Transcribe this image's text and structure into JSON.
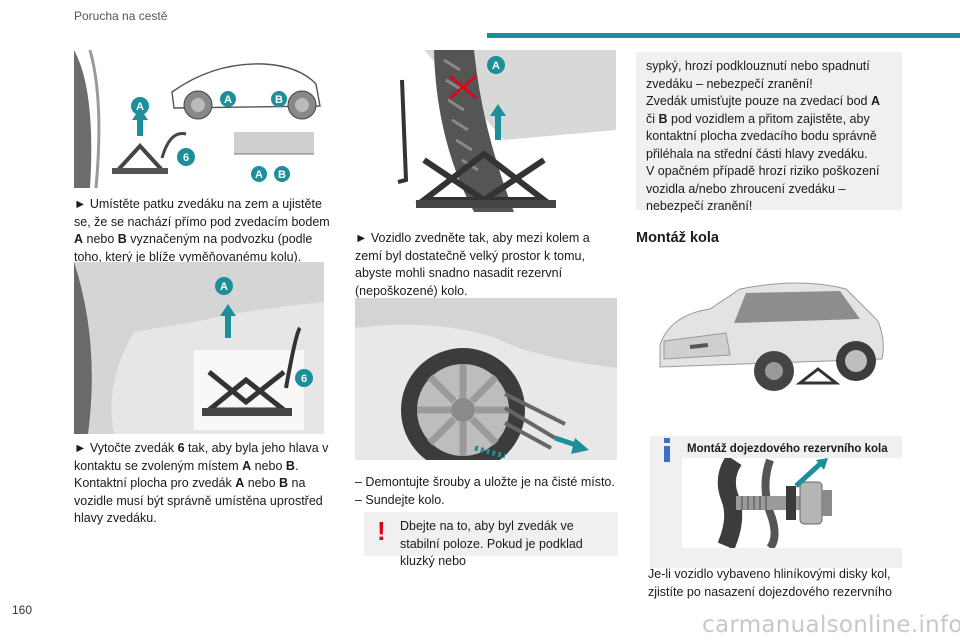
{
  "colors": {
    "accent": "#1c8f9a",
    "warn": "#e3001b",
    "info": "#3a6fc9"
  },
  "header": {
    "title": "Porucha na cestě"
  },
  "page_number": "160",
  "watermark": "carmanualsonline.info",
  "labels": {
    "A": "A",
    "B": "B",
    "six": "6"
  },
  "column1": {
    "p1_pre": "► Umístěte patku zvedáku na zem a ujistěte se, že se nachází přímo pod zvedacím bodem ",
    "p1_a": "A",
    "p1_mid": " nebo ",
    "p1_b": "B",
    "p1_post": " vyznačeným na podvozku (podle toho, který je blíže vyměňovanému kolu).",
    "p2_pre": "► Vytočte zvedák ",
    "p2_six": "6",
    "p2_mid1": " tak, aby byla jeho hlava v kontaktu se zvoleným místem ",
    "p2_a": "A",
    "p2_mid2": " nebo ",
    "p2_b": "B",
    "p2_mid3": ". Kontaktní plocha pro zvedák ",
    "p2_a2": "A",
    "p2_mid4": " nebo ",
    "p2_b2": "B",
    "p2_post": " na vozidle musí být správně umístěna uprostřed hlavy zvedáku."
  },
  "column2": {
    "p1": "► Vozidlo zvedněte tak, aby mezi kolem a zemí byl dostatečně velký prostor k tomu, abyste mohli snadno nasadit rezervní (nepoškozené) kolo.",
    "list": [
      "– Demontujte šrouby a uložte je na čisté místo.",
      "– Sundejte kolo."
    ],
    "warning": "Dbejte na to, aby byl zvedák ve stabilní poloze. Pokud je podklad kluzký nebo"
  },
  "column3": {
    "warning_pre": "sypký, hrozí podklouznutí nebo spadnutí zvedáku – nebezpečí zranění!",
    "warning_l2_pre": "Zvedák umisťujte pouze na zvedací bod ",
    "warning_a": "A",
    "warning_l2_mid": " či ",
    "warning_b": "B",
    "warning_l2_post": " pod vozidlem a přitom zajistěte, aby kontaktní plocha zvedacího bodu správně přiléhala na střední části hlavy zvedáku.",
    "warning_l3": "V opačném případě hrozí riziko poškození vozidla a/nebo zhroucení zvedáku – nebezpečí zranění!",
    "heading": "Montáž kola",
    "info_title": "Montáž dojezdového rezervního kola",
    "info_text": "Je-li vozidlo vybaveno hliníkovými disky kol, zjistíte po nasazení dojezdového rezervního"
  }
}
